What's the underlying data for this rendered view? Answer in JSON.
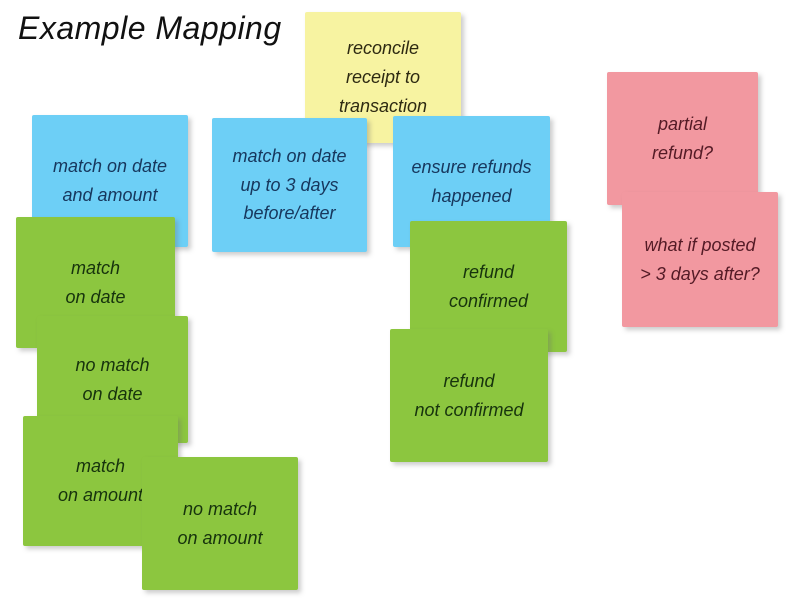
{
  "title": "Example Mapping",
  "colors": {
    "background": "#FFFFFF",
    "yellow": {
      "fill": "#F7F3A1",
      "ink": "#2E2A12"
    },
    "blue": {
      "fill": "#6DCFF6",
      "ink": "#17375D"
    },
    "green": {
      "fill": "#8CC63F",
      "ink": "#17330D"
    },
    "pink": {
      "fill": "#F298A0",
      "ink": "#541B26"
    }
  },
  "notes": {
    "reconcile": {
      "label": "reconcile\nreceipt to\ntransaction",
      "color": "yellow"
    },
    "match_date_amount": {
      "label": "match on date\nand amount",
      "color": "blue"
    },
    "match_3days": {
      "label": "match on date\nup to 3 days\nbefore/after",
      "color": "blue"
    },
    "ensure_refunds": {
      "label": "ensure refunds\nhappened",
      "color": "blue"
    },
    "partial_refund": {
      "label": "partial\nrefund?",
      "color": "pink"
    },
    "what_if_posted": {
      "label": "what if posted\n> 3 days after?",
      "color": "pink"
    },
    "match_date": {
      "label": "match\non date",
      "color": "green"
    },
    "no_match_date": {
      "label": "no match\non date",
      "color": "green"
    },
    "match_amount": {
      "label": "match\non amount",
      "color": "green"
    },
    "no_match_amount": {
      "label": "no match\non amount",
      "color": "green"
    },
    "refund_confirmed": {
      "label": "refund\nconfirmed",
      "color": "green"
    },
    "refund_not_confirmed": {
      "label": "refund\nnot confirmed",
      "color": "green"
    }
  }
}
